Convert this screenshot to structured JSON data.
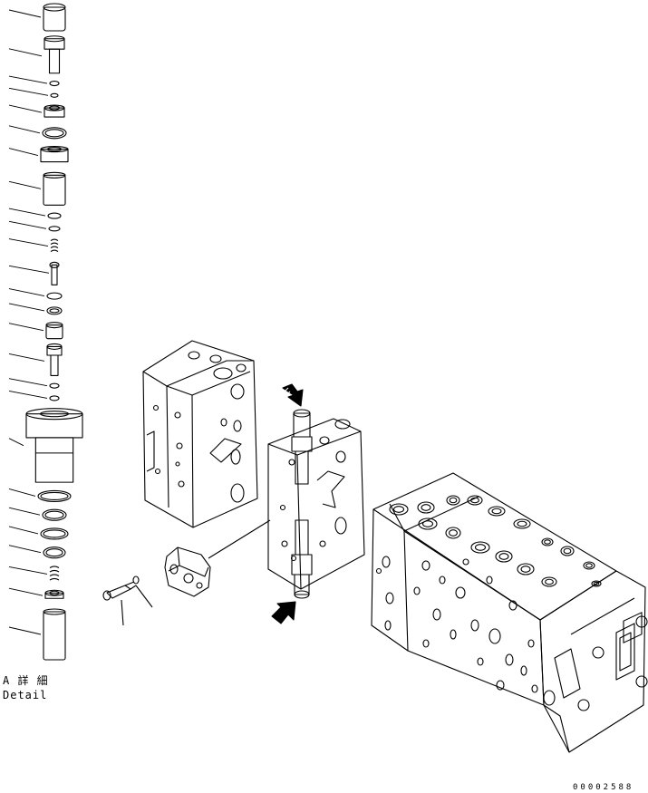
{
  "detail": {
    "title": "A 詳 細",
    "subtitle": "Detail"
  },
  "drawing_number": "00002588",
  "stack_parts": [
    {
      "shape": "cap",
      "w": 24,
      "h": 30
    },
    {
      "shape": "bolt",
      "w": 22,
      "h": 38
    },
    {
      "shape": "oring",
      "w": 10,
      "h": 5
    },
    {
      "shape": "oring",
      "w": 8,
      "h": 4
    },
    {
      "shape": "nut",
      "w": 22,
      "h": 16
    },
    {
      "shape": "ring",
      "w": 26,
      "h": 12
    },
    {
      "shape": "nut",
      "w": 30,
      "h": 20
    },
    {
      "shape": "sleeve",
      "w": 24,
      "h": 36
    },
    {
      "shape": "oring",
      "w": 14,
      "h": 6
    },
    {
      "shape": "oring",
      "w": 12,
      "h": 5
    },
    {
      "shape": "spring",
      "w": 8,
      "h": 16
    },
    {
      "shape": "pin",
      "w": 6,
      "h": 26
    },
    {
      "shape": "oring",
      "w": 16,
      "h": 7
    },
    {
      "shape": "ring",
      "w": 16,
      "h": 8
    },
    {
      "shape": "sleeve",
      "w": 18,
      "h": 18
    },
    {
      "shape": "bolt",
      "w": 16,
      "h": 32
    },
    {
      "shape": "oring",
      "w": 10,
      "h": 5
    },
    {
      "shape": "oring",
      "w": 10,
      "h": 5
    },
    {
      "shape": "body",
      "w": 62,
      "h": 82
    },
    {
      "shape": "ring",
      "w": 36,
      "h": 12
    },
    {
      "shape": "ring",
      "w": 26,
      "h": 12
    },
    {
      "shape": "ring",
      "w": 30,
      "h": 12
    },
    {
      "shape": "ring",
      "w": 24,
      "h": 12
    },
    {
      "shape": "spring",
      "w": 10,
      "h": 18
    },
    {
      "shape": "nut",
      "w": 20,
      "h": 12
    },
    {
      "shape": "sleeve",
      "w": 24,
      "h": 56
    }
  ]
}
